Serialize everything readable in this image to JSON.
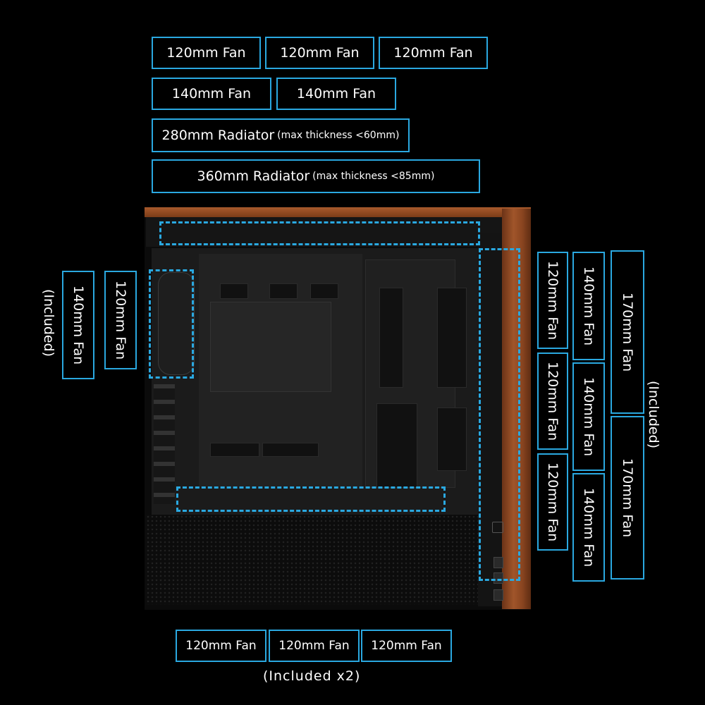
{
  "top_row1": [
    "120mm Fan",
    "120mm Fan",
    "120mm Fan"
  ],
  "top_row2": [
    "140mm Fan",
    "140mm Fan"
  ],
  "radiator_280": {
    "main": "280mm Radiator",
    "note": "(max thickness <60mm)"
  },
  "radiator_360": {
    "main": "360mm Radiator",
    "note": "(max thickness <85mm)"
  },
  "rear": {
    "fan_140": "140mm Fan",
    "fan_120": "120mm Fan",
    "included": "(Included)"
  },
  "front": {
    "fan_120": [
      "120mm Fan",
      "120mm Fan",
      "120mm Fan"
    ],
    "fan_140": [
      "140mm Fan",
      "140mm Fan",
      "140mm Fan"
    ],
    "fan_170": [
      "170mm Fan",
      "170mm Fan"
    ],
    "included": "(Included)"
  },
  "bottom": {
    "fans": [
      "120mm Fan",
      "120mm Fan",
      "120mm Fan"
    ],
    "included": "(Included x2)"
  },
  "colors": {
    "accent": "#2aa8e0",
    "wood": "#8a4520",
    "background": "#000000"
  }
}
